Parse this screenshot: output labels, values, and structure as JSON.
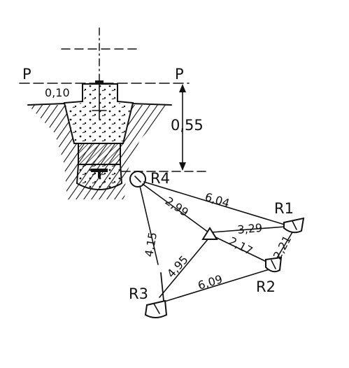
{
  "labels": {
    "p_left": "P",
    "p_right": "P",
    "offset": "0,10",
    "depth": "0,55",
    "r4": "R4",
    "r1": "R1",
    "r2": "R2",
    "r3": "R3"
  },
  "distances": {
    "r4_r1": "6,04",
    "r4_center": "2,99",
    "r4_r3": "4,15",
    "center_r1": "3,29",
    "center_r2": "2,17",
    "r1_r2": "2,21",
    "center_r3": "4,95",
    "r3_r2": "6,09"
  },
  "colors": {
    "ink": "#111111",
    "paper": "#ffffff"
  }
}
